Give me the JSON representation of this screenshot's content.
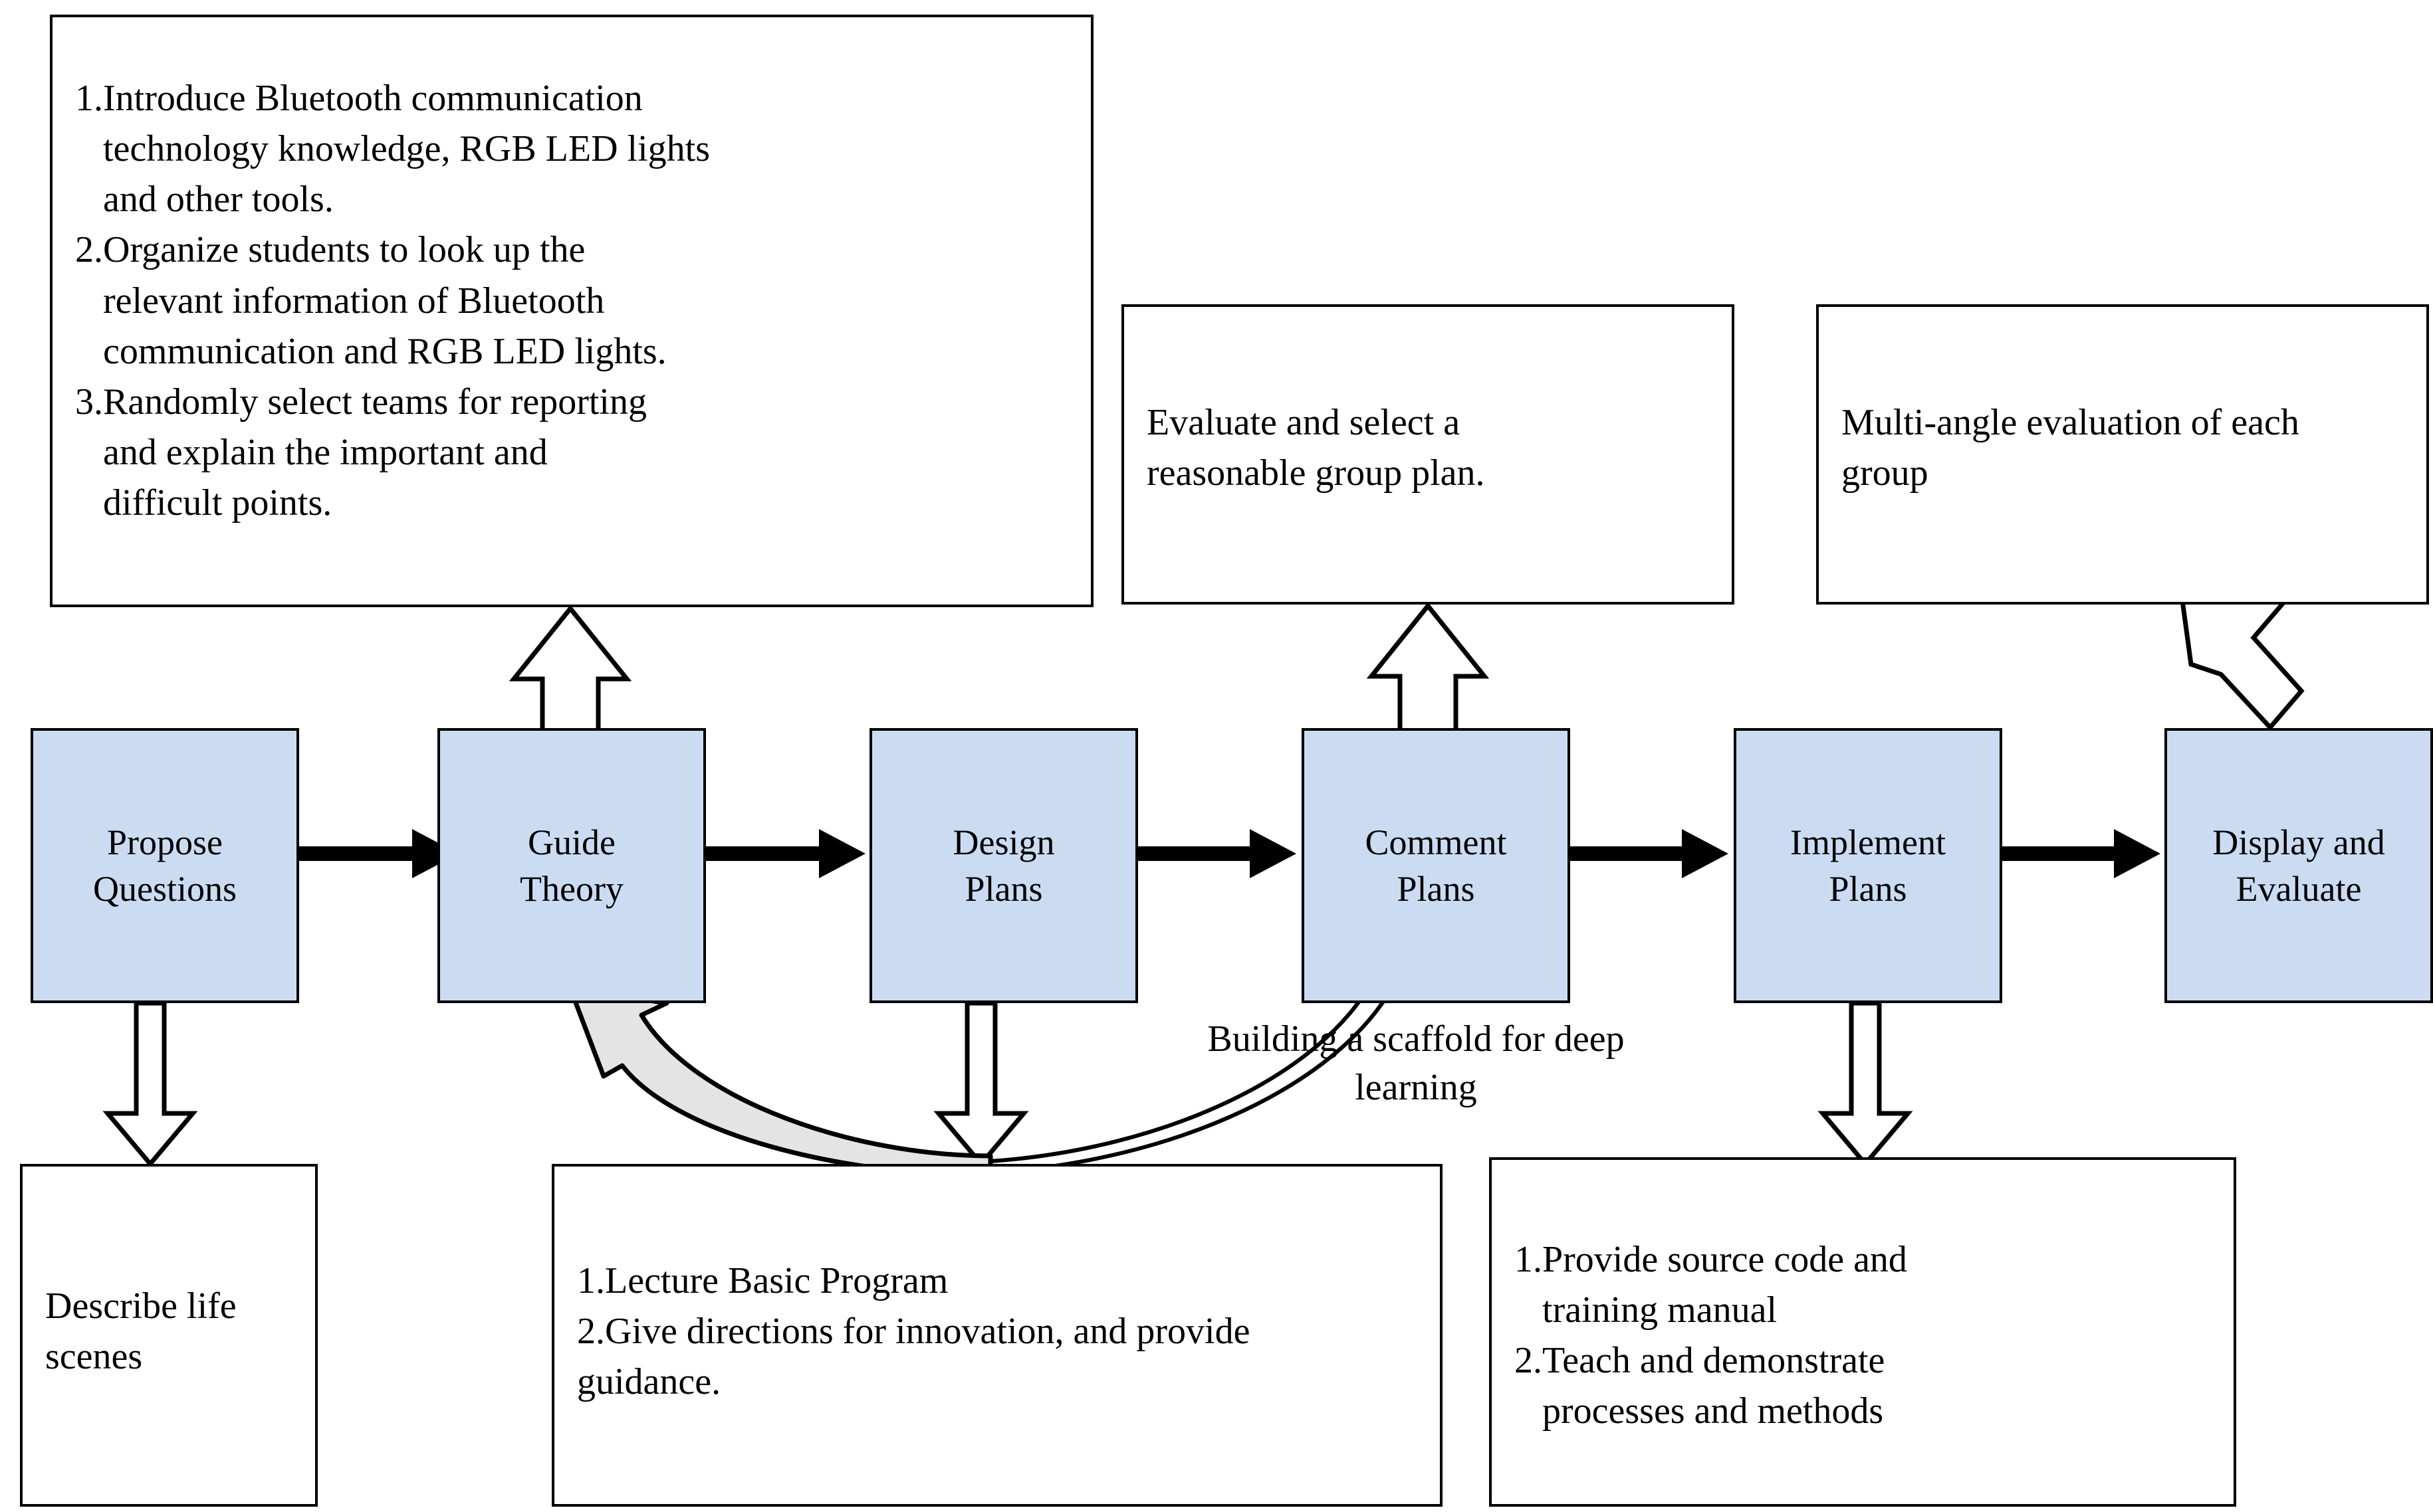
{
  "diagram": {
    "title": "Teaching process flow with scaffolding for deep learning",
    "colors": {
      "process_fill": "#cbdcf2",
      "stroke": "#000000",
      "curved_arrow_fill": "#e4e4e4",
      "background": "#ffffff"
    },
    "process_steps": [
      {
        "id": "propose-questions",
        "label": "Propose\nQuestions"
      },
      {
        "id": "guide-theory",
        "label": "Guide\nTheory"
      },
      {
        "id": "design-plans",
        "label": "Design\nPlans"
      },
      {
        "id": "comment-plans",
        "label": "Comment\nPlans"
      },
      {
        "id": "implement-plans",
        "label": "Implement\nPlans"
      },
      {
        "id": "display-and-evaluate",
        "label": "Display and\nEvaluate"
      }
    ],
    "notes": [
      {
        "id": "guide-theory-top-note",
        "text": "1.Introduce Bluetooth communication\n   technology knowledge, RGB LED lights\n   and other tools.\n2.Organize students to look up the\n   relevant information of Bluetooth\n   communication and RGB LED lights.\n3.Randomly select teams for reporting\n   and explain the important and\n   difficult points."
      },
      {
        "id": "comment-plans-top-note",
        "text": "Evaluate and select a\nreasonable group plan."
      },
      {
        "id": "display-evaluate-top-note",
        "text": "Multi-angle evaluation of each\ngroup"
      },
      {
        "id": "propose-questions-bottom-note",
        "text": "Describe life\nscenes"
      },
      {
        "id": "design-plans-bottom-note",
        "text": "1.Lecture Basic Program\n2.Give directions for innovation, and provide\nguidance."
      },
      {
        "id": "implement-plans-bottom-note",
        "text": "1.Provide source code and\n   training manual\n2.Teach and demonstrate\n   processes and methods"
      }
    ],
    "annotations": [
      {
        "id": "scaffold-label",
        "text": "Building a scaffold for deep\nlearning"
      }
    ]
  }
}
